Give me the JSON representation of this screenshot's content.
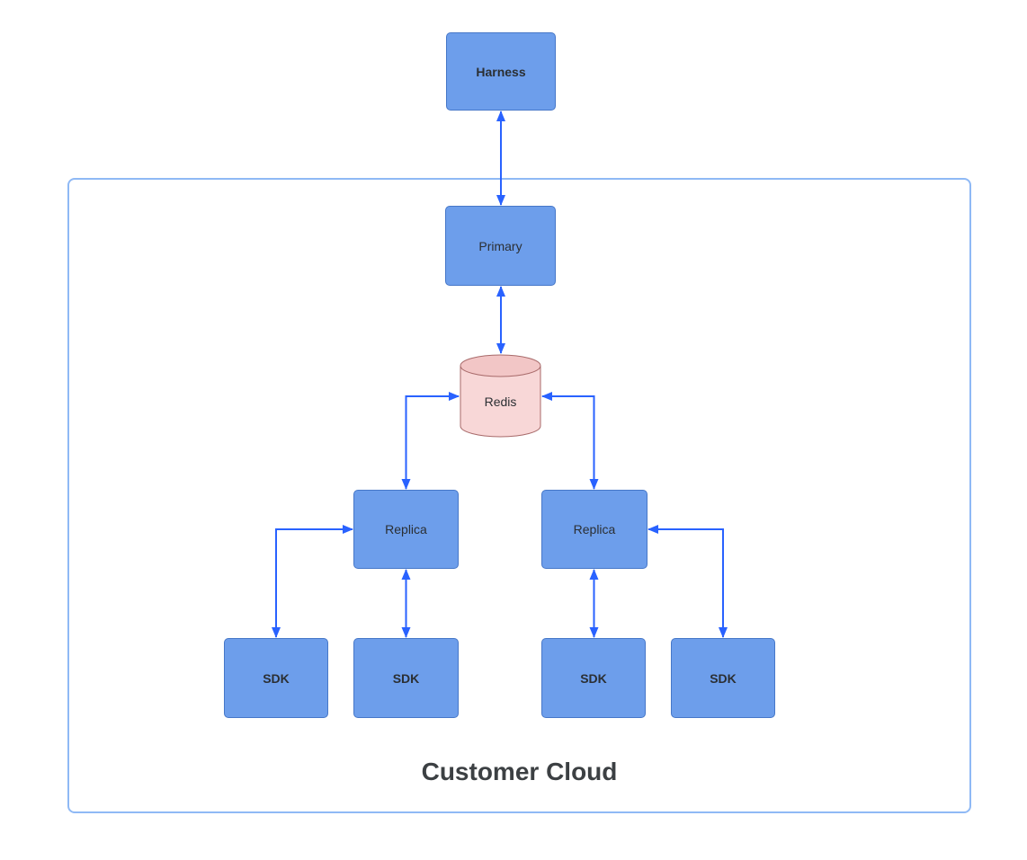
{
  "diagram": {
    "container": {
      "label": "Customer Cloud"
    },
    "nodes": {
      "harness": {
        "label": "Harness",
        "shape": "rectangle"
      },
      "primary": {
        "label": "Primary",
        "shape": "rectangle"
      },
      "redis": {
        "label": "Redis",
        "shape": "cylinder"
      },
      "replica_left": {
        "label": "Replica",
        "shape": "rectangle"
      },
      "replica_right": {
        "label": "Replica",
        "shape": "rectangle"
      },
      "sdk_1": {
        "label": "SDK",
        "shape": "rectangle"
      },
      "sdk_2": {
        "label": "SDK",
        "shape": "rectangle"
      },
      "sdk_3": {
        "label": "SDK",
        "shape": "rectangle"
      },
      "sdk_4": {
        "label": "SDK",
        "shape": "rectangle"
      }
    },
    "connections": [
      {
        "from": "harness",
        "to": "primary",
        "bidirectional": true
      },
      {
        "from": "primary",
        "to": "redis",
        "bidirectional": true
      },
      {
        "from": "redis",
        "to": "replica_left",
        "bidirectional": true
      },
      {
        "from": "redis",
        "to": "replica_right",
        "bidirectional": true
      },
      {
        "from": "replica_left",
        "to": "sdk_1",
        "bidirectional": true
      },
      {
        "from": "replica_left",
        "to": "sdk_2",
        "bidirectional": true
      },
      {
        "from": "replica_right",
        "to": "sdk_3",
        "bidirectional": true
      },
      {
        "from": "replica_right",
        "to": "sdk_4",
        "bidirectional": true
      }
    ],
    "colors": {
      "node_fill": "#6D9EEB",
      "node_border": "#4677C8",
      "redis_fill": "#F8D7D7",
      "redis_top_fill": "#F2C6C6",
      "redis_border": "#A86A6A",
      "arrow": "#2962FF",
      "container_border": "#8FB9F5",
      "label_text": "#3C4043"
    }
  }
}
